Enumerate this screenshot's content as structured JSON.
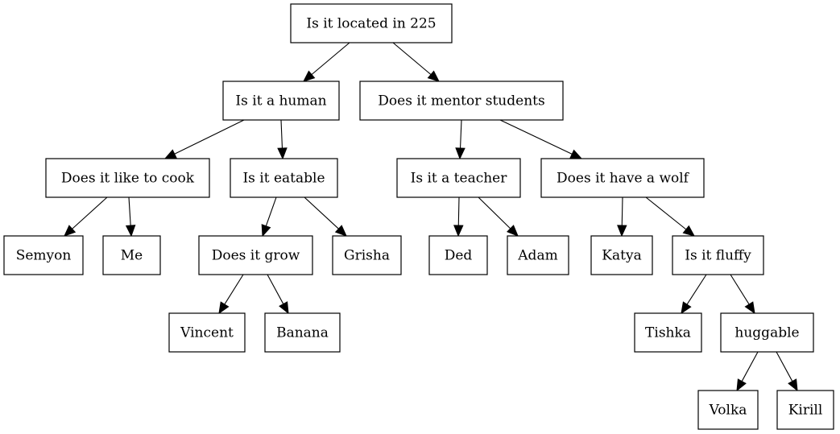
{
  "diagram": {
    "type": "decision-tree",
    "nodes": {
      "root": "Is it located in 225",
      "human": "Is it a human",
      "mentor": "Does it mentor students",
      "cook": "Does it like to cook",
      "eatable": "Is it eatable",
      "teacher": "Is it a teacher",
      "wolf": "Does it have a wolf",
      "semyon": "Semyon",
      "me": "Me",
      "grow": "Does it grow",
      "grisha": "Grisha",
      "ded": "Ded",
      "adam": "Adam",
      "katya": "Katya",
      "fluffy": "Is it fluffy",
      "vincent": "Vincent",
      "banana": "Banana",
      "tishka": "Tishka",
      "huggable": "huggable",
      "volka": "Volka",
      "kirill": "Kirill"
    },
    "edges": [
      [
        "root",
        "human"
      ],
      [
        "root",
        "mentor"
      ],
      [
        "human",
        "cook"
      ],
      [
        "human",
        "eatable"
      ],
      [
        "mentor",
        "teacher"
      ],
      [
        "mentor",
        "wolf"
      ],
      [
        "cook",
        "semyon"
      ],
      [
        "cook",
        "me"
      ],
      [
        "eatable",
        "grow"
      ],
      [
        "eatable",
        "grisha"
      ],
      [
        "teacher",
        "ded"
      ],
      [
        "teacher",
        "adam"
      ],
      [
        "wolf",
        "katya"
      ],
      [
        "wolf",
        "fluffy"
      ],
      [
        "grow",
        "vincent"
      ],
      [
        "grow",
        "banana"
      ],
      [
        "fluffy",
        "tishka"
      ],
      [
        "fluffy",
        "huggable"
      ],
      [
        "huggable",
        "volka"
      ],
      [
        "huggable",
        "kirill"
      ]
    ]
  }
}
